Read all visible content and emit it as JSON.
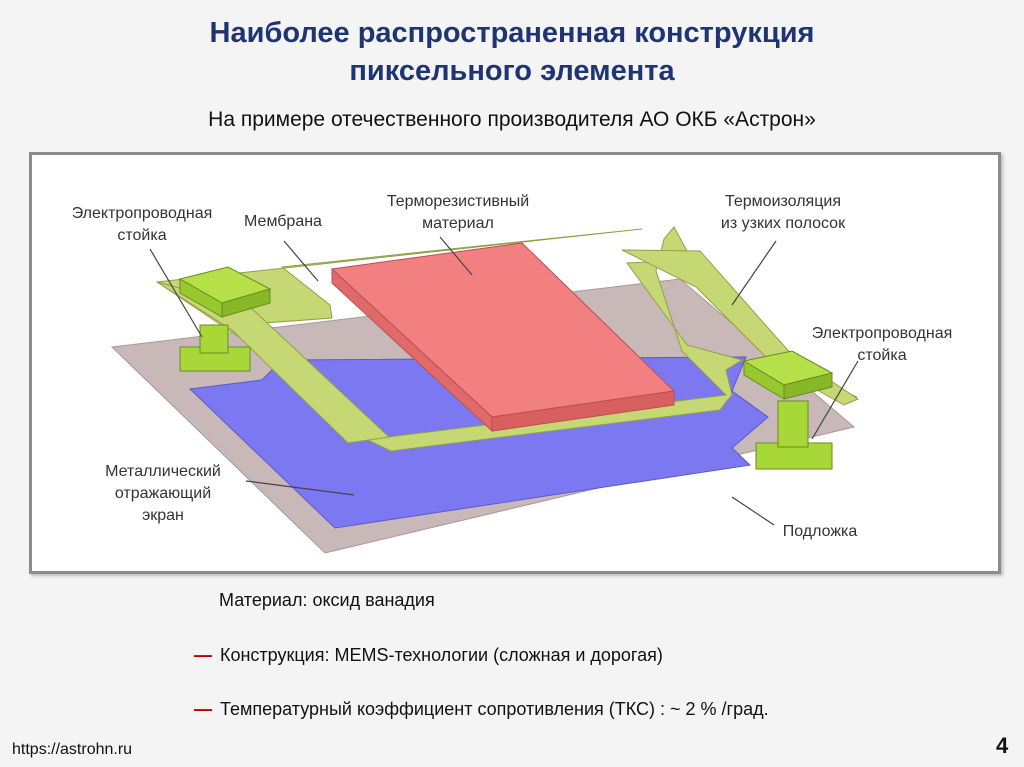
{
  "slide": {
    "title_line1": "Наиболее распространенная конструкция",
    "title_line2": "пиксельного элемента",
    "subtitle": "На примере отечественного производителя АО ОКБ «Астрон»",
    "url": "https://astrohn.ru",
    "page_number": "4"
  },
  "diagram": {
    "labels": {
      "post_left_1": "Электропроводная",
      "post_left_2": "стойка",
      "membrane": "Мембрана",
      "thermoresist_1": "Терморезистивный",
      "thermoresist_2": "материал",
      "thermoiso_1": "Термоизоляция",
      "thermoiso_2": "из узких полосок",
      "post_right_1": "Электропроводная",
      "post_right_2": "стойка",
      "metal_1": "Металлический",
      "metal_2": "отражающий",
      "metal_3": "экран",
      "substrate": "Подложка"
    },
    "colors": {
      "substrate": "#c9b8b8",
      "metal_screen": "#7b78f2",
      "membrane": "#c6d873",
      "thermoresistor": "#f28080",
      "post": "#a8d838"
    }
  },
  "bullets": {
    "material": "Материал: оксид ванадия",
    "construction": "Конструкция:  MEMS-технологии  (сложная и дорогая)",
    "tcr": "Температурный коэффициент сопротивления (ТКС) : ~ 2 %  /град.",
    "dash": "—"
  }
}
